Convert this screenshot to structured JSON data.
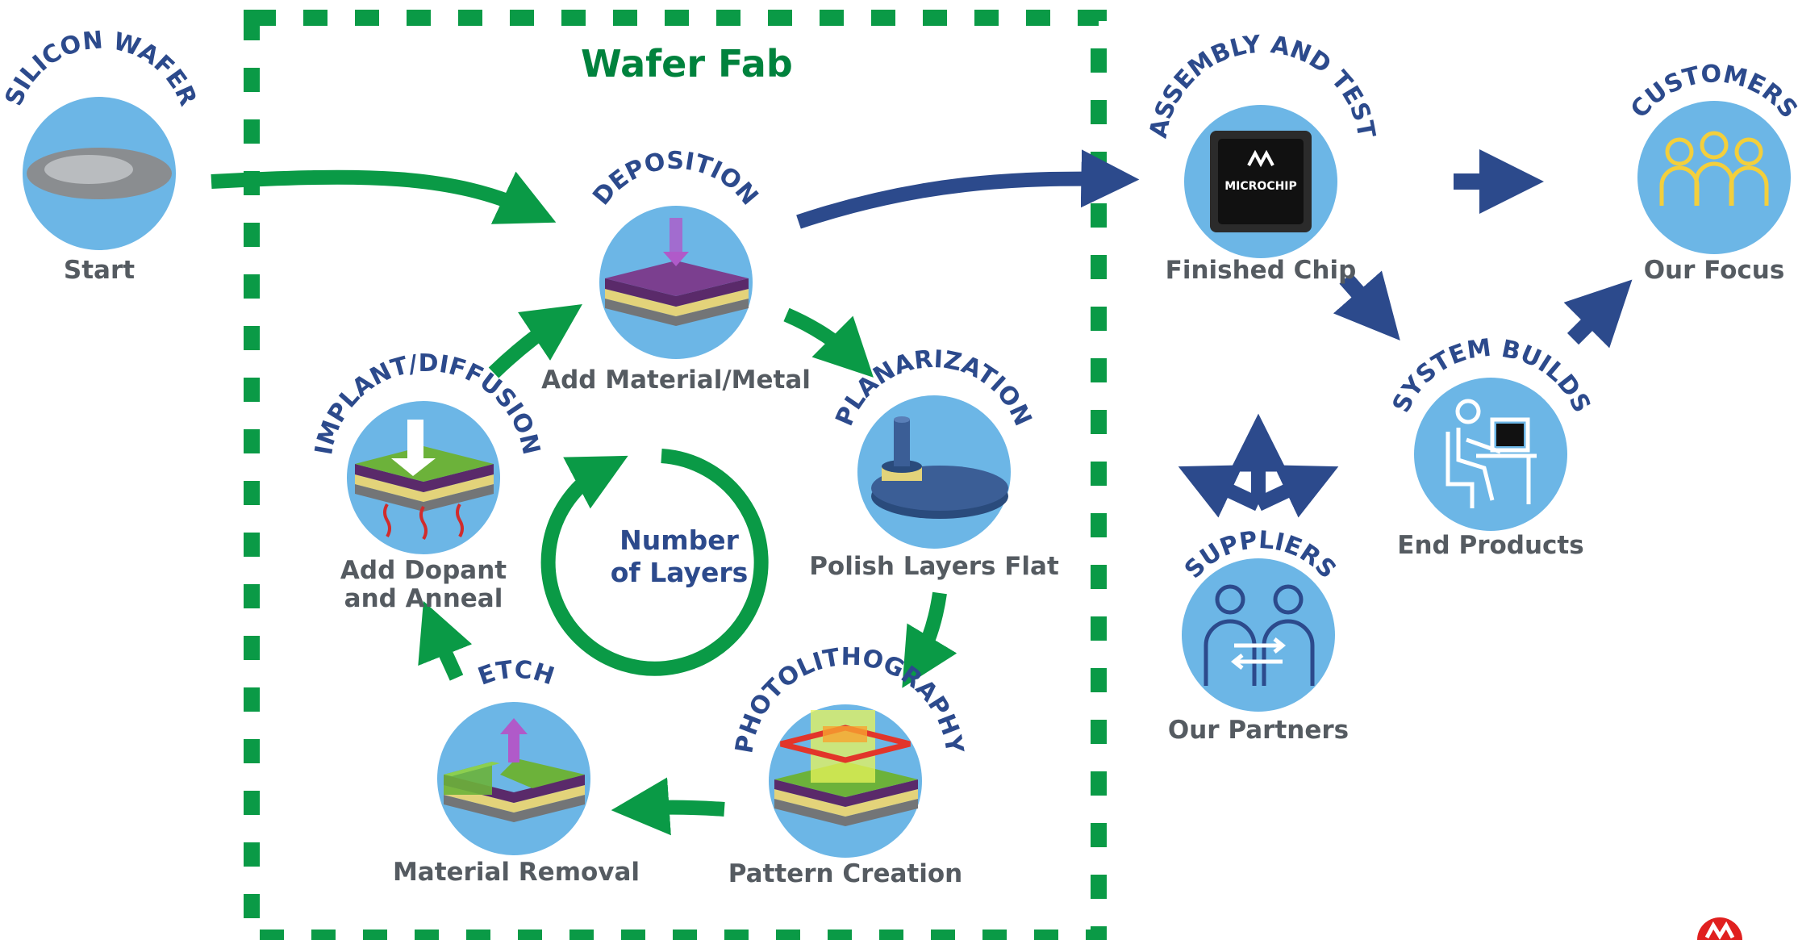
{
  "colors": {
    "green": "#0a9a46",
    "navy": "#2c4a8c",
    "circle_fill": "#6cb6e6",
    "label_gray": "#555b61",
    "title_green": "#00823d"
  },
  "wafer_fab": {
    "title": "Wafer Fab"
  },
  "center": {
    "line1": "Number",
    "line2": "of Layers"
  },
  "stations": {
    "silicon_wafer": {
      "arc": "SILICON WAFER",
      "caption": "Start"
    },
    "deposition": {
      "arc": "DEPOSITION",
      "caption": "Add Material/Metal"
    },
    "planarization": {
      "arc": "PLANARIZATION",
      "caption": "Polish Layers Flat"
    },
    "photolithography": {
      "arc": "PHOTOLITHOGRAPHY",
      "caption": "Pattern Creation"
    },
    "etch": {
      "arc": "ETCH",
      "caption": "Material Removal"
    },
    "implant": {
      "arc": "IMPLANT/DIFFUSION",
      "caption1": "Add Dopant",
      "caption2": "and Anneal"
    },
    "assembly": {
      "arc": "ASSEMBLY AND TEST",
      "caption": "Finished Chip",
      "chip_text": "MICROCHIP"
    },
    "customers": {
      "arc": "CUSTOMERS",
      "caption": "Our Focus"
    },
    "system_builds": {
      "arc": "SYSTEM BUILDS",
      "caption": "End Products"
    },
    "suppliers": {
      "arc": "SUPPLIERS",
      "caption": "Our Partners"
    }
  },
  "icons": {
    "wafer": "silicon-wafer-disc-icon",
    "deposition": "layer-stack-deposition-icon",
    "planarization": "polishing-pad-icon",
    "photolithography": "light-exposure-icon",
    "etch": "etched-layers-icon",
    "implant": "dopant-implant-icon",
    "chip": "microchip-package-icon",
    "customers": "people-group-icon",
    "system_builds": "person-at-computer-icon",
    "suppliers": "partners-exchange-icon"
  }
}
